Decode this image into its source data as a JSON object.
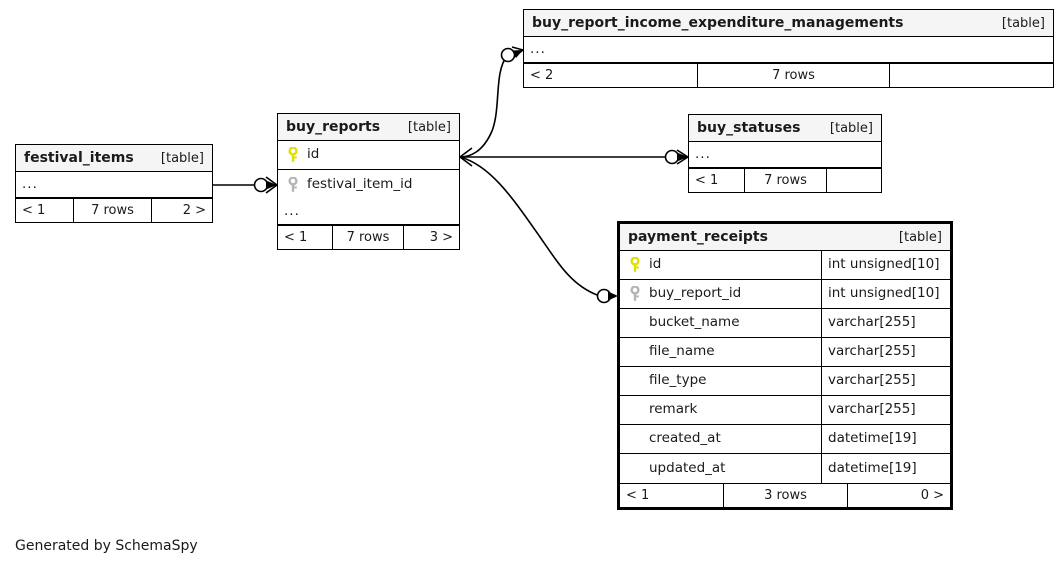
{
  "diagram": {
    "generator_note": "Generated by SchemaSpy",
    "kind_label": "[table]",
    "ellipsis": "...",
    "icons": {
      "primary_key": "key-icon-primary",
      "foreign_key": "key-icon-foreign"
    },
    "colors": {
      "primary_key": "#e8e800",
      "foreign_key": "#b0b0b0",
      "header_bg": "#f5f5f5",
      "border": "#000000",
      "background": "#ffffff",
      "text": "#1a1a1a"
    }
  },
  "tables": {
    "festival_items": {
      "name": "festival_items",
      "kind": "[table]",
      "has_ellipsis_row": true,
      "columns": [],
      "footer": {
        "left": "< 1",
        "middle": "7 rows",
        "right": "2 >"
      }
    },
    "buy_reports": {
      "name": "buy_reports",
      "kind": "[table]",
      "has_ellipsis_row": true,
      "columns": [
        {
          "name": "id",
          "type": "",
          "key": "primary"
        },
        {
          "name": "festival_item_id",
          "type": "",
          "key": "foreign"
        }
      ],
      "footer": {
        "left": "< 1",
        "middle": "7 rows",
        "right": "3 >"
      }
    },
    "buy_report_income_expenditure_managements": {
      "name": "buy_report_income_expenditure_managements",
      "kind": "[table]",
      "has_ellipsis_row": true,
      "columns": [],
      "footer": {
        "left": "< 2",
        "middle": "7 rows",
        "right": ""
      }
    },
    "buy_statuses": {
      "name": "buy_statuses",
      "kind": "[table]",
      "has_ellipsis_row": true,
      "columns": [],
      "footer": {
        "left": "< 1",
        "middle": "7 rows",
        "right": ""
      }
    },
    "payment_receipts": {
      "name": "payment_receipts",
      "kind": "[table]",
      "focal": true,
      "has_ellipsis_row": false,
      "columns": [
        {
          "name": "id",
          "type": "int unsigned[10]",
          "key": "primary"
        },
        {
          "name": "buy_report_id",
          "type": "int unsigned[10]",
          "key": "foreign"
        },
        {
          "name": "bucket_name",
          "type": "varchar[255]",
          "key": "none"
        },
        {
          "name": "file_name",
          "type": "varchar[255]",
          "key": "none"
        },
        {
          "name": "file_type",
          "type": "varchar[255]",
          "key": "none"
        },
        {
          "name": "remark",
          "type": "varchar[255]",
          "key": "none"
        },
        {
          "name": "created_at",
          "type": "datetime[19]",
          "key": "none"
        },
        {
          "name": "updated_at",
          "type": "datetime[19]",
          "key": "none"
        }
      ],
      "footer": {
        "left": "< 1",
        "middle": "3 rows",
        "right": "0 >"
      }
    }
  },
  "relationships": [
    {
      "name": "festival_items-to-buy_reports",
      "from": "festival_items",
      "to": "buy_reports"
    },
    {
      "name": "buy_reports-to-buy_report_income_expenditure_managements",
      "from": "buy_reports",
      "to": "buy_report_income_expenditure_managements"
    },
    {
      "name": "buy_reports-to-buy_statuses",
      "from": "buy_reports",
      "to": "buy_statuses"
    },
    {
      "name": "buy_reports-to-payment_receipts",
      "from": "buy_reports",
      "to": "payment_receipts"
    }
  ]
}
